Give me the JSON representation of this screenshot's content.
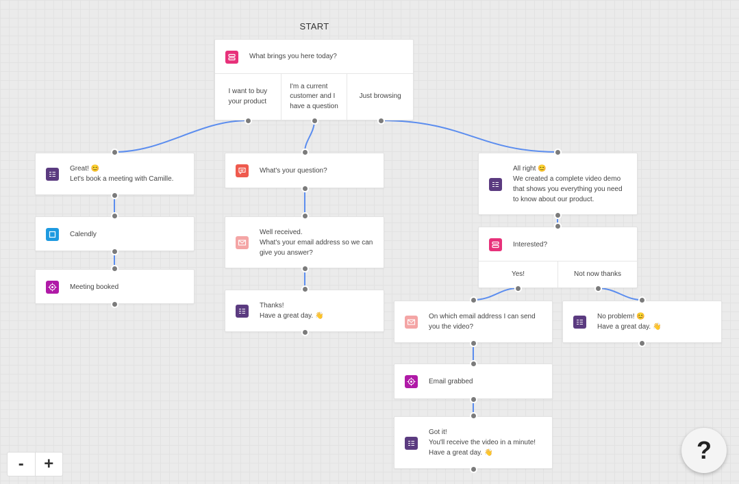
{
  "start_label": "START",
  "colors": {
    "connector": "#5b8def",
    "choice_icon": "#e7317a",
    "message_icon": "#5b3b80",
    "integration_icon": "#1e9ae0",
    "goal_icon": "#b01aa7",
    "question_icon": "#ef5a4e",
    "email_icon": "#f4a5a5"
  },
  "nodes": {
    "welcome": {
      "icon": "choice-icon",
      "text": "What brings you here today?",
      "choices": [
        "I want to buy\nyour product",
        "I'm a current\ncustomer and I\nhave a question",
        "Just browsing"
      ]
    },
    "great": {
      "icon": "message-icon",
      "text": "Great! 😊\nLet's book a meeting with Camille."
    },
    "calendly": {
      "icon": "calendly-icon",
      "text": "Calendly"
    },
    "meeting_booked": {
      "icon": "goal-icon",
      "text": "Meeting booked"
    },
    "your_question": {
      "icon": "question-icon",
      "text": "What's your question?"
    },
    "well_received": {
      "icon": "email-icon",
      "text": "Well received.\nWhat's your email address so we can\ngive you answer?"
    },
    "thanks": {
      "icon": "message-icon",
      "text": "Thanks!\nHave a great day. 👋"
    },
    "all_right": {
      "icon": "message-icon",
      "text": "All right 😊\nWe created a complete video demo\nthat shows you everything you need\nto know about our product."
    },
    "interested": {
      "icon": "choice-icon",
      "text": "Interested?",
      "choices": [
        "Yes!",
        "Not now thanks"
      ]
    },
    "which_email": {
      "icon": "email-icon",
      "text": "On which email address I can send\nyou the video?"
    },
    "no_problem": {
      "icon": "message-icon",
      "text": "No problem! 😊\nHave a great day. 👋"
    },
    "email_grabbed": {
      "icon": "goal-icon",
      "text": "Email grabbed"
    },
    "got_it": {
      "icon": "message-icon",
      "text": "Got it!\nYou'll receive the video in a minute!\nHave a great day. 👋"
    }
  },
  "zoom": {
    "minus_label": "-",
    "plus_label": "+"
  },
  "help": {
    "icon": "help-icon",
    "label": "?"
  }
}
